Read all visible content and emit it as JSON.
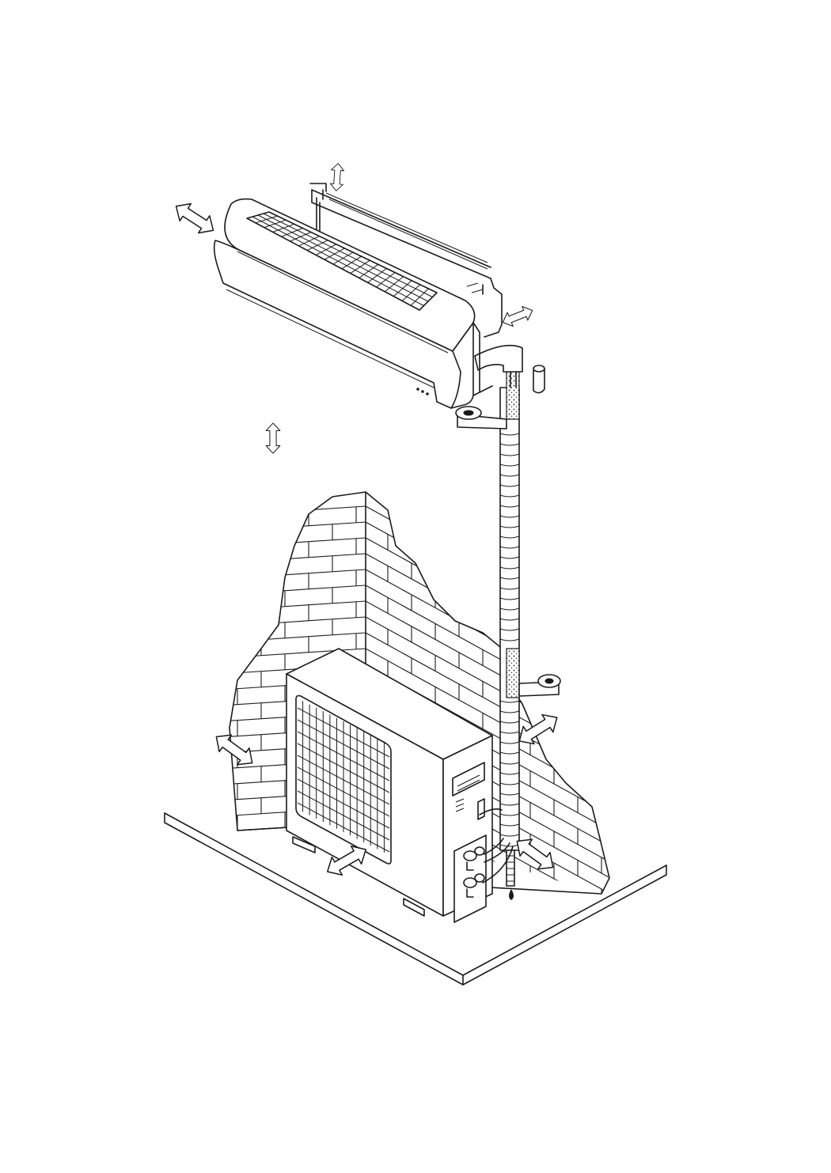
{
  "diagram": {
    "kind": "split air conditioner installation illustration",
    "colors": {
      "line": "#1a1a1a",
      "background": "#ffffff"
    },
    "components": [
      {
        "id": "indoor-unit",
        "icon": "indoor-unit-drawing"
      },
      {
        "id": "mounting-plate",
        "icon": "mounting-plate-drawing"
      },
      {
        "id": "pipe-sleeve",
        "icon": "wall-sleeve-drawing"
      },
      {
        "id": "refrigerant-pipe-bundle",
        "icon": "taped-pipe-drawing"
      },
      {
        "id": "pipe-clip-upper",
        "icon": "pipe-clamp-drawing"
      },
      {
        "id": "pipe-clip-lower",
        "icon": "pipe-clamp-drawing"
      },
      {
        "id": "brick-wall",
        "icon": "brick-wall-drawing"
      },
      {
        "id": "outdoor-unit",
        "icon": "outdoor-unit-drawing"
      },
      {
        "id": "floor-slab",
        "icon": "ground-slab-drawing"
      },
      {
        "id": "drain-drop",
        "icon": "water-drop-icon"
      }
    ],
    "clearance_arrows": [
      "indoor-left",
      "indoor-top",
      "indoor-right",
      "indoor-below",
      "outdoor-left",
      "outdoor-right",
      "outdoor-front",
      "outdoor-rear"
    ]
  }
}
